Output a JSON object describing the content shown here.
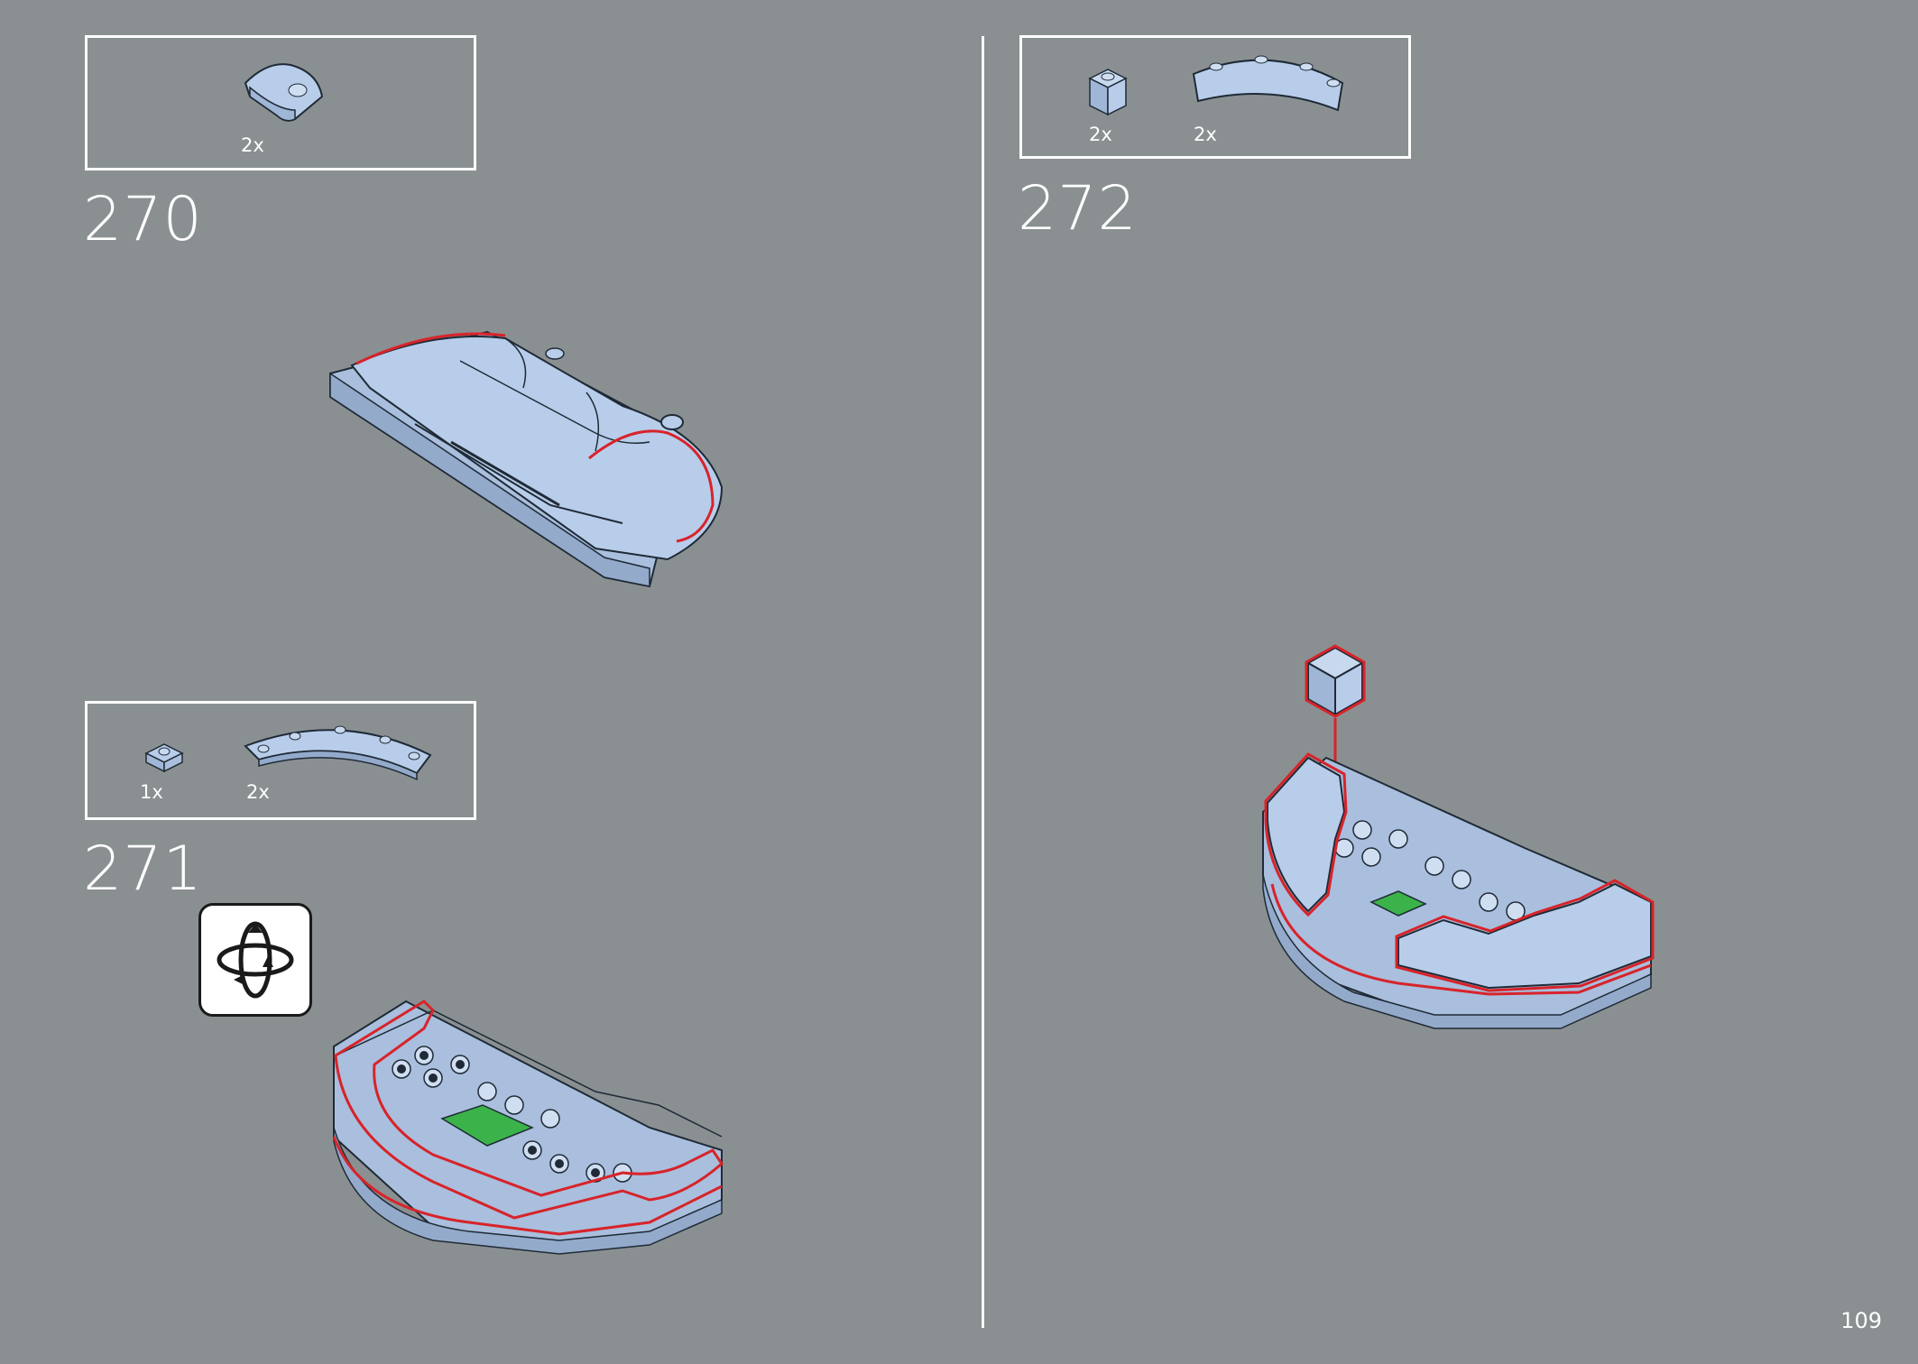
{
  "page": {
    "number": "109"
  },
  "steps": [
    {
      "number": "270",
      "parts": [
        {
          "qty": "2x",
          "icon": "curved-slope-piece"
        }
      ]
    },
    {
      "number": "271",
      "parts": [
        {
          "qty": "1x",
          "icon": "plate-1x1-piece"
        },
        {
          "qty": "2x",
          "icon": "curved-plate-arc-piece"
        }
      ],
      "rotate_icon": "rotate-model-icon"
    },
    {
      "number": "272",
      "parts": [
        {
          "qty": "2x",
          "icon": "brick-1x1-piece"
        },
        {
          "qty": "2x",
          "icon": "curved-brick-arc-piece"
        }
      ]
    }
  ],
  "colors": {
    "background": "#8a9092",
    "part": "#b8cdea",
    "highlight": "#d8232a",
    "accent_green": "#3bb34a",
    "outline": "#1f2a36"
  }
}
